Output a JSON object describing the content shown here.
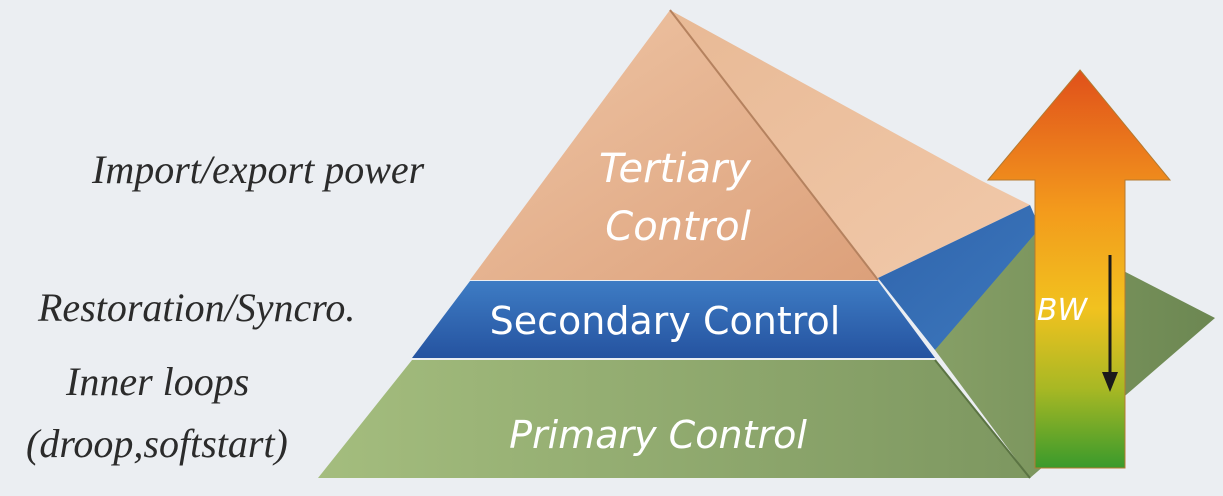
{
  "side_labels": {
    "import": "Import/export power",
    "restoration": "Restoration/Syncro.",
    "inner_loops": "Inner loops",
    "inner_loops_detail": "(droop,softstart)"
  },
  "layers": {
    "tertiary_line1": "Tertiary",
    "tertiary_line2": "Control",
    "secondary": "Secondary Control",
    "primary": "Primary Control"
  },
  "arrow": {
    "label": "BW"
  },
  "colors": {
    "background": "#ebeef2",
    "tertiary": "#e8b088",
    "secondary": "#2f66ad",
    "primary": "#8fa86a",
    "arrow_top": "#e3531a",
    "arrow_mid": "#f2b21c",
    "arrow_bottom": "#3f9a2a"
  }
}
